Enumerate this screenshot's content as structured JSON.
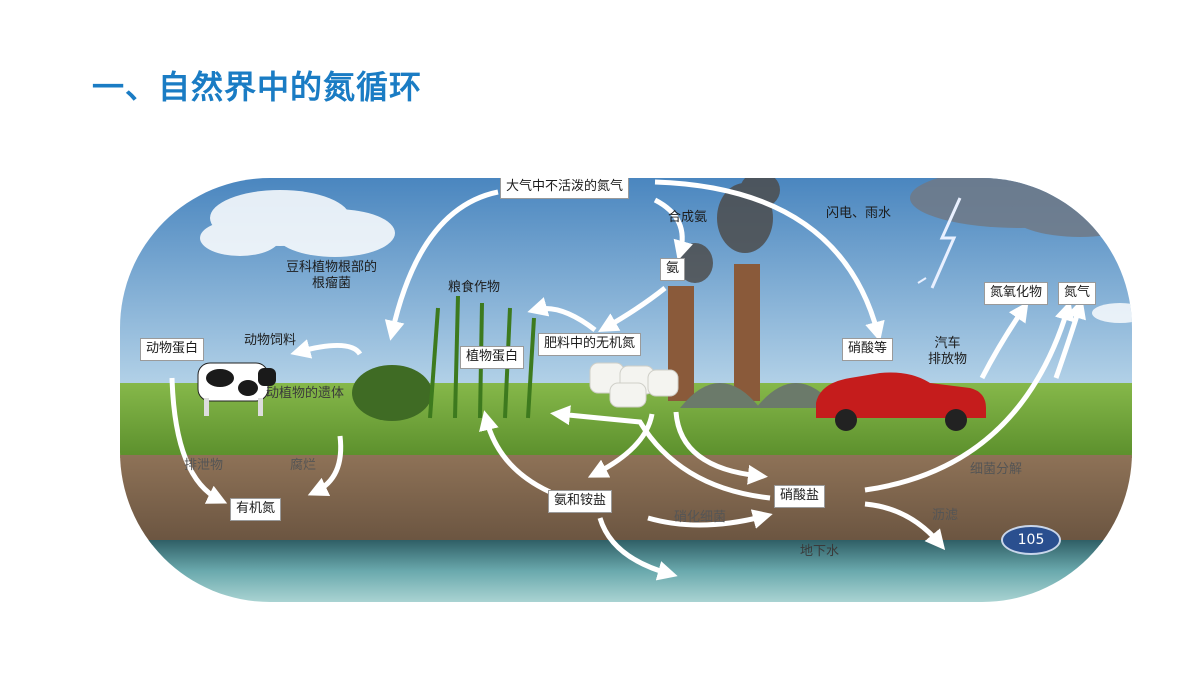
{
  "page": {
    "title": "一、自然界中的氮循环"
  },
  "diagram": {
    "atmosphere_n2": "大气中不活泼的氮气",
    "synthetic_ammonia": "合成氨",
    "ammonia": "氨",
    "lightning_rain": "闪电、雨水",
    "nitrate_etc": "硝酸等",
    "nitrogen_oxides": "氮氧化物",
    "nitrogen_gas": "氮气",
    "car_exhaust_1": "汽车",
    "car_exhaust_2": "排放物",
    "legume_1": "豆科植物根部的",
    "legume_2": "根瘤菌",
    "grain_crops": "粮食作物",
    "fertilizer_n": "肥料中的无机氮",
    "plant_protein": "植物蛋白",
    "animal_feed": "动物饲料",
    "animal_protein": "动物蛋白",
    "remains": "动植物的遗体",
    "excrement": "排泄物",
    "decay": "腐烂",
    "organic_n": "有机氮",
    "ammonium": "氨和铵盐",
    "nitrate_salt": "硝酸盐",
    "nitrifying_bacteria": "硝化细菌",
    "denitrifying_bacteria": "细菌分解",
    "leaching": "沥滤",
    "groundwater": "地下水",
    "page_number": "105"
  },
  "colors": {
    "title": "#1a7cc4",
    "sky": "#5a93c6",
    "grass": "#6fa83a",
    "soil": "#7b6048",
    "water": "#4f8f97"
  }
}
